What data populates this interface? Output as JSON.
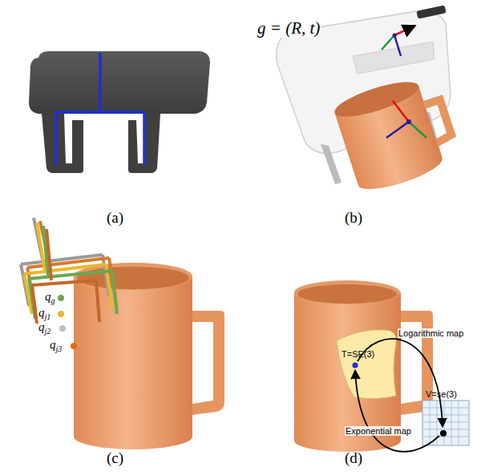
{
  "diagram": {
    "labels": [
      "(a)",
      "(b)",
      "(c)",
      "(d)",
      "g = (R, t)",
      "qg",
      "qj1",
      "qj2",
      "qj3",
      "T=SE(3)",
      "Logarithmic map",
      "V=se(3)",
      "Exponential map"
    ]
  }
}
